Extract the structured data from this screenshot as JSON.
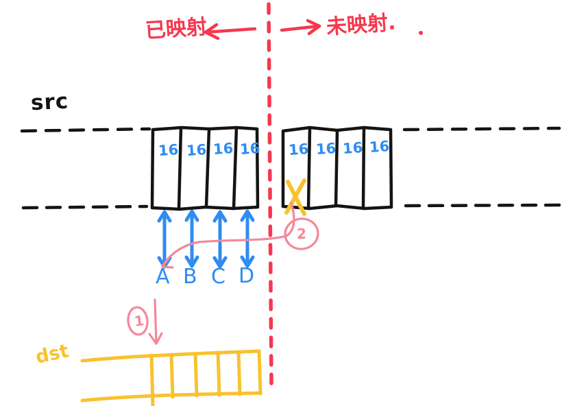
{
  "diagram": {
    "title_left": "已映射",
    "title_right": "未映射.",
    "divider_note": "red dashed vertical divider between mapped and unmapped regions",
    "src_label": "src",
    "dst_label": "dst",
    "colors": {
      "ink_black": "#141414",
      "accent_red": "#f5384f",
      "accent_blue": "#2f8cf0",
      "accent_yellow": "#f8c22f",
      "accent_pink": "#f4879a"
    },
    "src_blocks": [
      {
        "name": "mapped-block",
        "cells": [
          {
            "value": "16"
          },
          {
            "value": "16"
          },
          {
            "value": "16"
          },
          {
            "value": "16"
          }
        ]
      },
      {
        "name": "unmapped-block",
        "cells": [
          {
            "value": "16"
          },
          {
            "value": "16"
          },
          {
            "value": "16"
          },
          {
            "value": "16"
          }
        ],
        "cross_mark": "X"
      }
    ],
    "slots": [
      {
        "label": "A"
      },
      {
        "label": "B"
      },
      {
        "label": "C"
      },
      {
        "label": "D"
      }
    ],
    "steps": [
      {
        "label": "1"
      },
      {
        "label": "2"
      }
    ],
    "dst_cells": 5,
    "arrows": {
      "left_arrow": "←",
      "right_arrow": "→"
    }
  }
}
